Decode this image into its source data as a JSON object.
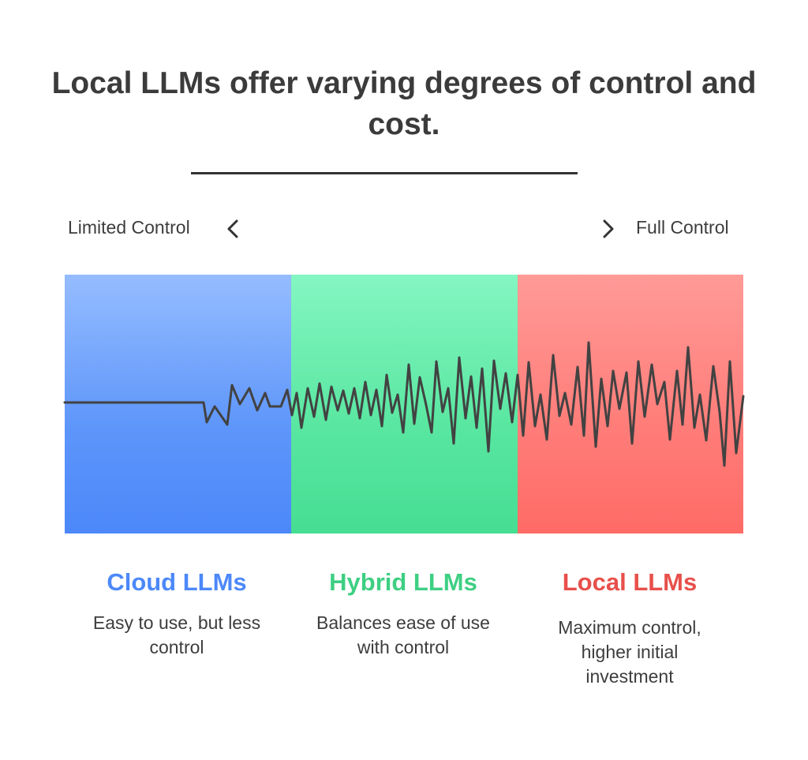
{
  "title": "Local LLMs offer varying degrees of control and cost.",
  "scale": {
    "left_label": "Limited Control",
    "right_label": "Full Control",
    "left_icon": "chevron-left-icon",
    "right_icon": "chevron-right-icon"
  },
  "sections": [
    {
      "title": "Cloud LLMs",
      "description": "Easy to use, but less control",
      "color": "#4c88f9"
    },
    {
      "title": "Hybrid LLMs",
      "description": "Balances ease of use with control",
      "color": "#3ecf83"
    },
    {
      "title": "Local LLMs",
      "description": "Maximum control, higher initial investment",
      "color": "#e8504b"
    }
  ],
  "colors": {
    "wave": "#424242",
    "title": "#3b3b3b",
    "rule": "#333333"
  }
}
